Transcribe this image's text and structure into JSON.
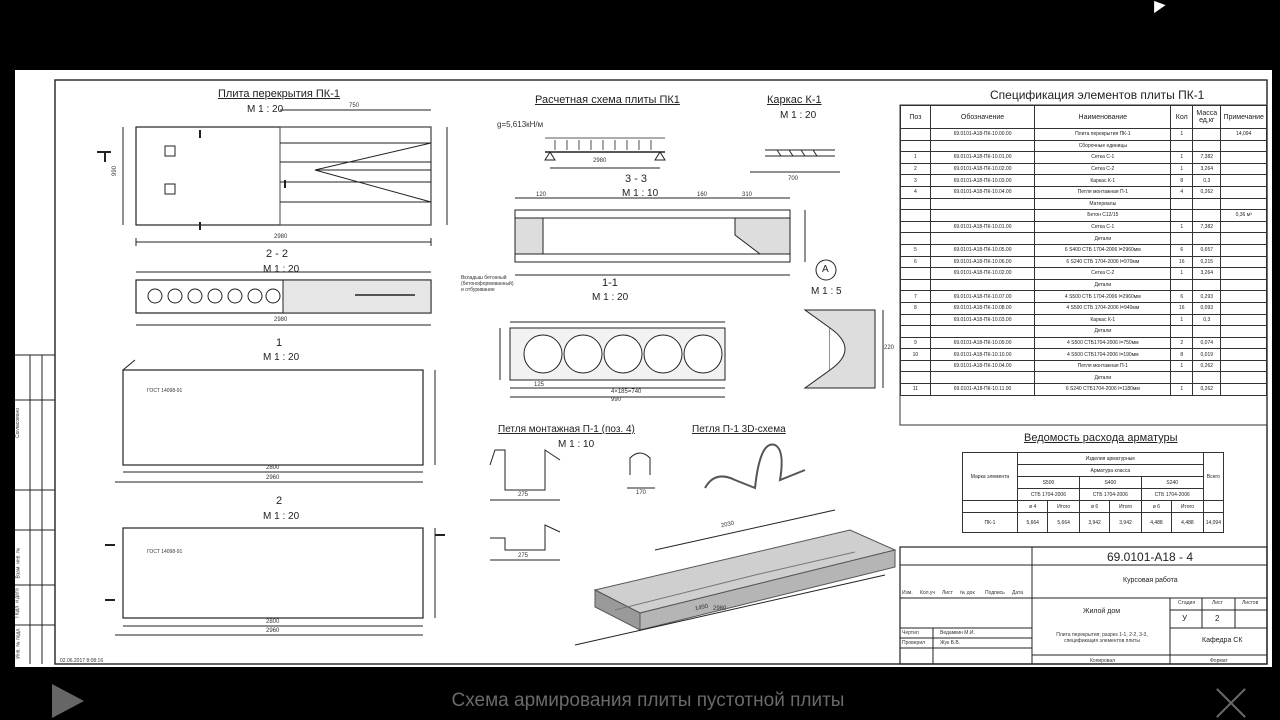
{
  "drawing": {
    "views": {
      "slab_title": "Плита перекрытия ПК-1",
      "slab_scale": "М 1 : 20",
      "calc_title": "Расчетная схема плиты ПК1",
      "calc_load": "g=5,613кН/м",
      "frame_title": "Каркас К-1",
      "frame_scale": "М 1 : 20",
      "sec22_title": "2 - 2",
      "sec22_scale": "М 1 : 20",
      "sec33_title": "3 - 3",
      "sec33_scale": "М 1 : 10",
      "sec11_title": "1-1",
      "sec11_scale": "М 1 : 20",
      "node_a": "А",
      "node_a_scale": "М 1 : 5",
      "v1_title": "1",
      "v1_scale": "М 1 : 20",
      "v2_title": "2",
      "v2_scale": "М 1 : 20",
      "loop_title": "Петля монтажная П-1 (поз. 4)",
      "loop_scale": "М 1 : 10",
      "loop3d_title": "Петля П-1 3D-схема",
      "gost1": "ГОСТ 14098-91",
      "gost2": "ГОСТ 14098-91",
      "fill_note": "Вкладыш бетонный (бетоноформованный) и отбуривание",
      "dims": {
        "len2980": "2980",
        "len2800": "2800",
        "len2960": "2960",
        "w990": "990",
        "w990b": "990",
        "d750": "750",
        "d4x185": "4×185=740",
        "d125": "125",
        "d220": "220",
        "d120": "120",
        "d160": "160",
        "d310": "310",
        "d700": "700",
        "d275": "275",
        "d170": "170",
        "d1490": "1490",
        "d2030": "2030"
      }
    },
    "spec_title": "Спецификация элементов плиты ПК-1",
    "spec_headers": [
      "Поз",
      "Обозначение",
      "Наименование",
      "Кол",
      "Масса ед,кг",
      "Примечание"
    ],
    "spec_rows": [
      [
        "",
        "69.0101-А18-ПК-10.00.00",
        "Плита перекрытия ПК-1",
        "1",
        "",
        "14,094"
      ],
      [
        "",
        "",
        "Сборочные единицы",
        "",
        "",
        ""
      ],
      [
        "1",
        "69.0101-А18-ПК-10.01.00",
        "Сетка С-1",
        "1",
        "7,382",
        ""
      ],
      [
        "2",
        "69.0101-А18-ПК-10.02.00",
        "Сетка С-2",
        "1",
        "3,264",
        ""
      ],
      [
        "3",
        "69.0101-А18-ПК-10.03.00",
        "Каркас К-1",
        "8",
        "0,3",
        ""
      ],
      [
        "4",
        "69.0101-А18-ПК-10.04.00",
        "Петля монтажная П-1",
        "4",
        "0,262",
        ""
      ],
      [
        "",
        "",
        "Материалы",
        "",
        "",
        ""
      ],
      [
        "",
        "",
        "Бетон С12/15",
        "",
        "",
        "0,36 м³"
      ],
      [
        "",
        "69.0101-А18-ПК-10.01.00",
        "Сетка С-1",
        "1",
        "7,382",
        ""
      ],
      [
        "",
        "",
        "Детали",
        "",
        "",
        ""
      ],
      [
        "5",
        "69.0101-А18-ПК-10.05.00",
        "6 S400 СТБ 1704-2006 l=2960мм",
        "6",
        "0,657",
        ""
      ],
      [
        "6",
        "69.0101-А18-ПК-10.06.00",
        "6 S240 СТБ 1704-2006 l=970мм",
        "16",
        "0,215",
        ""
      ],
      [
        "",
        "69.0101-А18-ПК-10.02.00",
        "Сетка С-2",
        "1",
        "3,264",
        ""
      ],
      [
        "",
        "",
        "Детали",
        "",
        "",
        ""
      ],
      [
        "7",
        "69.0101-А18-ПК-10.07.00",
        "4 S500 СТБ 1704-2006 l=2960мм",
        "6",
        "0,293",
        ""
      ],
      [
        "8",
        "69.0101-А18-ПК-10.08.00",
        "4 S500 СТБ 1704-2006 l=940мм",
        "16",
        "0,093",
        ""
      ],
      [
        "",
        "69.0101-А18-ПК-10.03.00",
        "Каркас К-1",
        "1",
        "0,3",
        ""
      ],
      [
        "",
        "",
        "Детали",
        "",
        "",
        ""
      ],
      [
        "9",
        "69.0101-А18-ПК-10.09.00",
        "4 S500 СТБ1704-2006 l=750мм",
        "2",
        "0,074",
        ""
      ],
      [
        "10",
        "69.0101-А18-ПК-10.10.00",
        "4 S500 СТБ1704-2006 l=190мм",
        "8",
        "0,019",
        ""
      ],
      [
        "",
        "69.0101-А18-ПК-10.04.00",
        "Петля монтажная П-1",
        "1",
        "0,262",
        ""
      ],
      [
        "",
        "",
        "Детали",
        "",
        "",
        ""
      ],
      [
        "11",
        "69.0101-А18-ПК-10.11.00",
        "6 S240 СТБ1704-2006 l=1180мм",
        "1",
        "0,262",
        ""
      ]
    ],
    "rasx_title": "Ведомость расхода арматуры",
    "rasx": {
      "mark_header": "Марка элемента",
      "group_header": "Изделия арматурные",
      "class_header": "Арматура класса",
      "total_header": "Всего",
      "classes": [
        "S500",
        "S400",
        "S240"
      ],
      "standard": "СТБ 1704-2006",
      "diams": [
        "ø 4",
        "Итого",
        "ø 6",
        "Итого",
        "ø 6",
        "Итого"
      ],
      "row": [
        "ПК-1",
        "5,664",
        "5,664",
        "3,942",
        "3,942",
        "4,488",
        "4,488",
        "14,094"
      ]
    },
    "stamp": {
      "code": "69.0101-А18 - 4",
      "work": "Курсовая работа",
      "object": "Жилой дом",
      "stage_h": "Стадия",
      "sheet_h": "Лист",
      "sheets_h": "Листов",
      "stage": "У",
      "sheet": "2",
      "content": "Плита перекрытия; разрез 1-1, 2-2, 3-3, спецификация элементов плиты",
      "dept": "Кафедра СК",
      "cols": [
        "Изм.",
        "Кол.уч",
        "Лист",
        "№ док",
        "Подпись",
        "Дата"
      ],
      "role1": "Чертил",
      "role2": "Проверил",
      "name1": "Ведамкин М.И.",
      "name2": "Жук В.В.",
      "copied": "Копировал",
      "format": "Формат"
    },
    "side_stamp": [
      "Инв. № подл.",
      "Подп. и дата",
      "Взам. инв. №",
      "Согласовано"
    ],
    "print_date": "02.06.2017 8:08:16"
  },
  "player": {
    "caption": "Схема армирования плиты пустотной плиты"
  },
  "colors": {
    "background": "#000000",
    "sheet": "#ffffff",
    "caption": "#6a6a6a",
    "ink": "#222222"
  }
}
